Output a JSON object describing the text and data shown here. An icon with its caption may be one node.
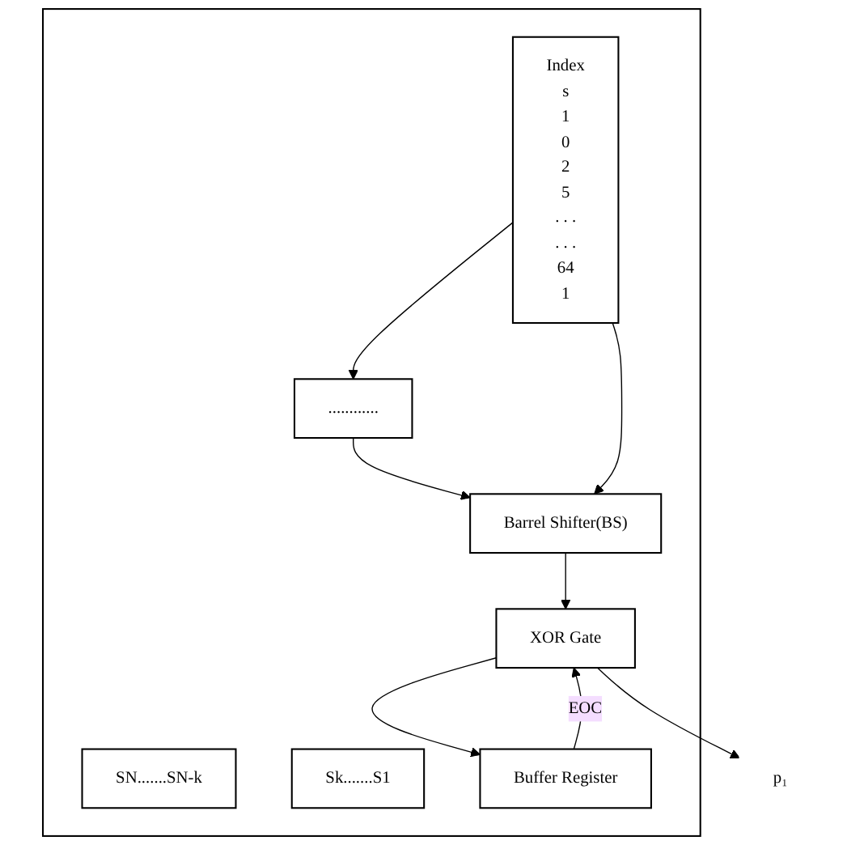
{
  "diagram": {
    "nodes": [
      {
        "text": [],
        "shape": "box"
      },
      {
        "text": [
          "SN.......SN-k"
        ],
        "in": 0
      },
      {
        "text": [
          "............"
        ],
        "in": 0
      },
      {
        "text": [
          "Sk.......S1"
        ],
        "in": 0
      },
      {
        "text": [
          "Index",
          "s",
          "1",
          "0",
          "2",
          "5",
          ". . .",
          ". . .",
          "64",
          "1"
        ],
        "in": 0
      },
      {
        "text": [
          "Barrel Shifter(BS)"
        ],
        "in": 0
      },
      {
        "text": [
          "Buffer Register"
        ],
        "in": 0
      },
      {
        "text": [
          "XOR Gate"
        ],
        "in": 0
      },
      {
        "text": [
          "p₁"
        ]
      }
    ],
    "edges": [
      {
        "from": 4,
        "to": 2,
        "arrow": "to"
      },
      {
        "from": 2,
        "to": 5,
        "arrow": "to"
      },
      {
        "from": 4,
        "to": 5,
        "arrow": "to"
      },
      {
        "from": 5,
        "to": 7,
        "arrow": "to"
      },
      {
        "from": 6,
        "to": 7,
        "label": "EOC",
        "arrow": "to"
      },
      {
        "from": 7,
        "to": 8,
        "arrow": "to"
      },
      {
        "from": 7,
        "to": 6,
        "arrow": "to"
      }
    ]
  }
}
